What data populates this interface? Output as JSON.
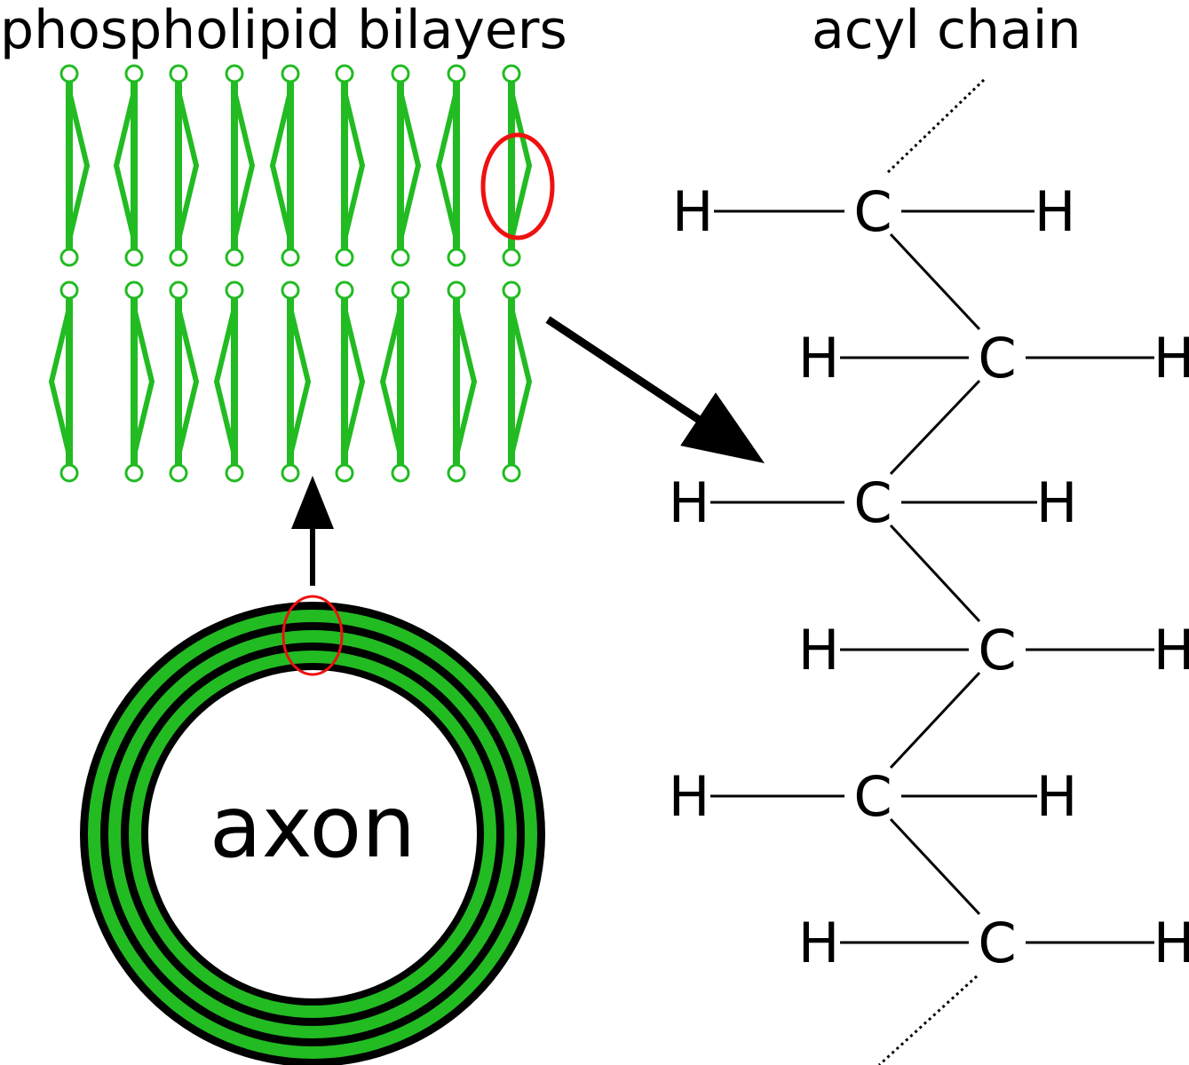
{
  "labels": {
    "bilayers": "phospholipid bilayers",
    "acyl": "acyl chain",
    "axon": "axon"
  },
  "atoms": {
    "carbon": "C",
    "hydrogen": "H"
  },
  "colors": {
    "lipid": "#22bb22",
    "highlight": "#ee1111",
    "ink": "#000000",
    "background": "#ffffff"
  },
  "lipid_count_per_leaflet": 9,
  "leaflet_count": 2,
  "myelin_green_rings": 3,
  "acyl_carbon_count": 6
}
